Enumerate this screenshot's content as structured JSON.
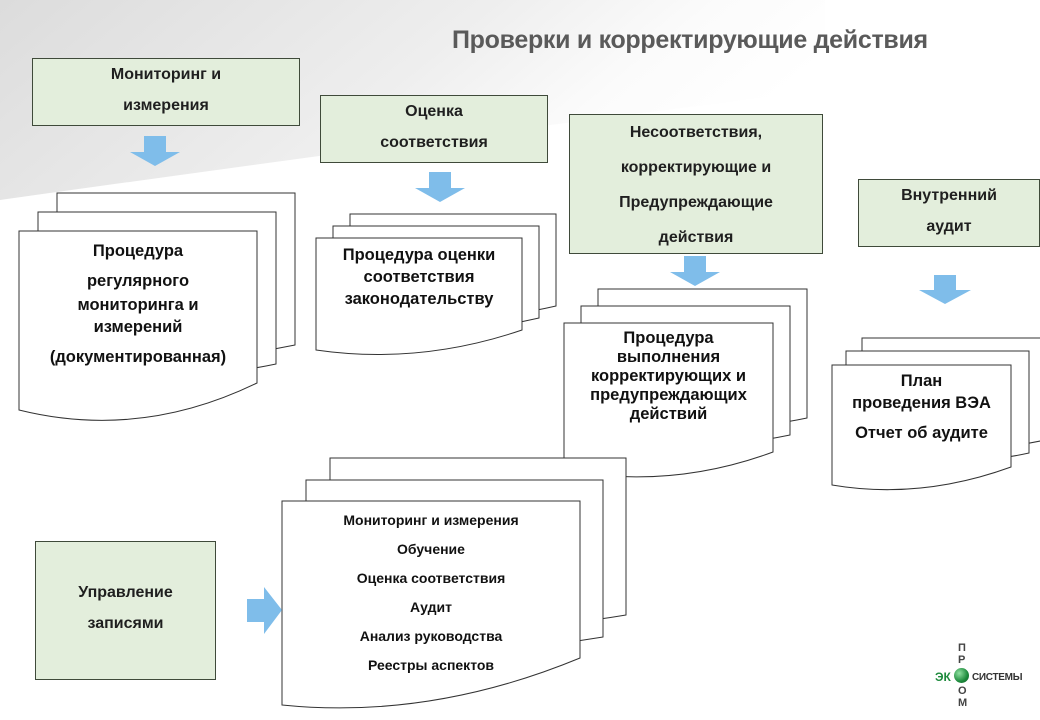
{
  "title": "Проверки и корректирующие действия",
  "boxes": {
    "monitoring": [
      "Мониторинг и",
      "измерения"
    ],
    "compliance": [
      "Оценка",
      "соответствия"
    ],
    "nonconformity": [
      "Несоответствия,",
      "корректирующие и",
      "Предупреждающие",
      "действия"
    ],
    "internal_audit": [
      "Внутренний",
      "аудит"
    ],
    "records": [
      "Управление",
      "записями"
    ]
  },
  "documents": {
    "monitoring_proc": [
      "Процедура",
      "регулярного",
      "мониторинга и",
      "измерений",
      "(документированная)"
    ],
    "compliance_proc": [
      "Процедура оценки",
      "соответствия",
      "законодательству"
    ],
    "corrective_proc": [
      "Процедура",
      "выполнения",
      "корректирующих и",
      "предупреждающих",
      "действий"
    ],
    "audit_docs": [
      "План",
      "проведения ВЭА",
      "Отчет об аудите"
    ],
    "records_list": [
      "Мониторинг и измерения",
      "Обучение",
      "Оценка соответствия",
      "Аудит",
      "Анализ руководства",
      "Реестры аспектов"
    ]
  },
  "logo": {
    "vertical": [
      "П",
      "Р",
      "О",
      "М"
    ],
    "left": "ЭК",
    "right": "СИСТЕМЫ"
  },
  "colors": {
    "box_fill": "#e3eedc",
    "arrow": "#7fbdea",
    "title": "#5a5a5a",
    "logo_green": "#1d8a3c"
  }
}
